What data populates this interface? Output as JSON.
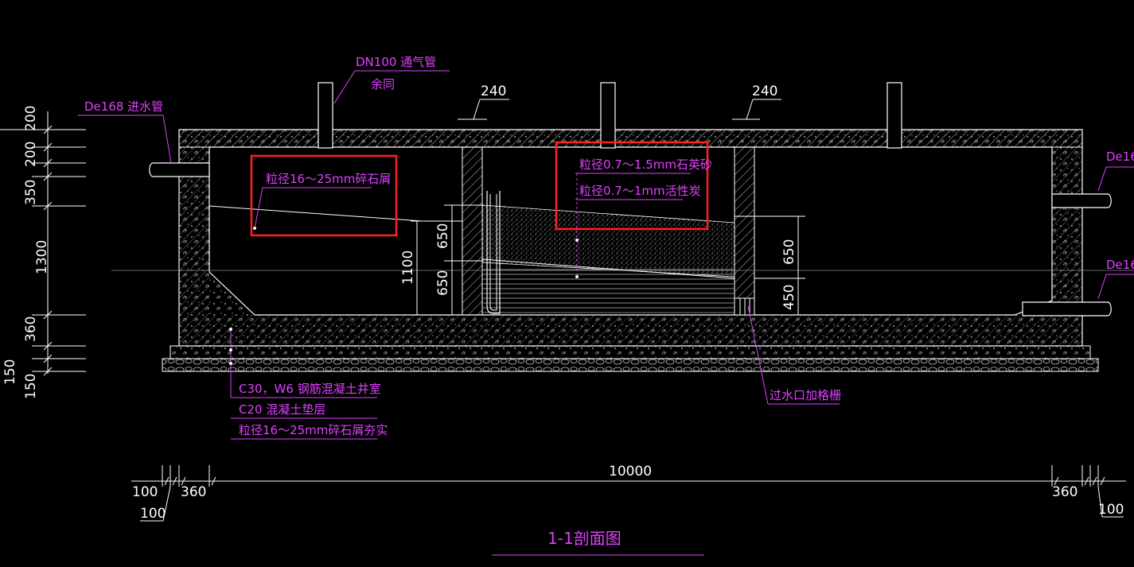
{
  "labels": {
    "vent_pipe": "DN100 通气管",
    "vent_same": "余同",
    "inlet_pipe": "De168 进水管",
    "outlet_pipe_1": "De16",
    "outlet_pipe_2": "De16",
    "gravel_media": "粒径16～25mm碎石屑",
    "quartz_sand": "粒径0.7～1.5mm石英砂",
    "activated_carbon": "粒径0.7～1mm活性炭",
    "well_wall": "C30，W6 钢筋混凝土井室",
    "cushion": "C20 混凝土垫层",
    "base_gravel": "粒径16～25mm碎石屑夯实",
    "grille": "过水口加格栅",
    "section_title": "1-1剖面图"
  },
  "dimensions": {
    "wall_240_a": "240",
    "wall_240_b": "240",
    "left_200_a": "200",
    "left_200_b": "200",
    "left_350": "350",
    "left_1300": "1300",
    "left_360": "360",
    "left_150_a": "150",
    "left_150_b": "150",
    "mid_650_top": "650",
    "mid_650_bot": "650",
    "mid_1100": "1100",
    "right_650": "650",
    "right_450": "450",
    "bottom_total": "10000",
    "bottom_100_l_a": "100",
    "bottom_100_l_b": "100",
    "bottom_360_l": "360",
    "bottom_360_r": "360",
    "bottom_100_r": "100"
  },
  "colors": {
    "background": "#000000",
    "line": "#ffffff",
    "annotation": "#e040ff",
    "highlight": "#ff2020"
  }
}
